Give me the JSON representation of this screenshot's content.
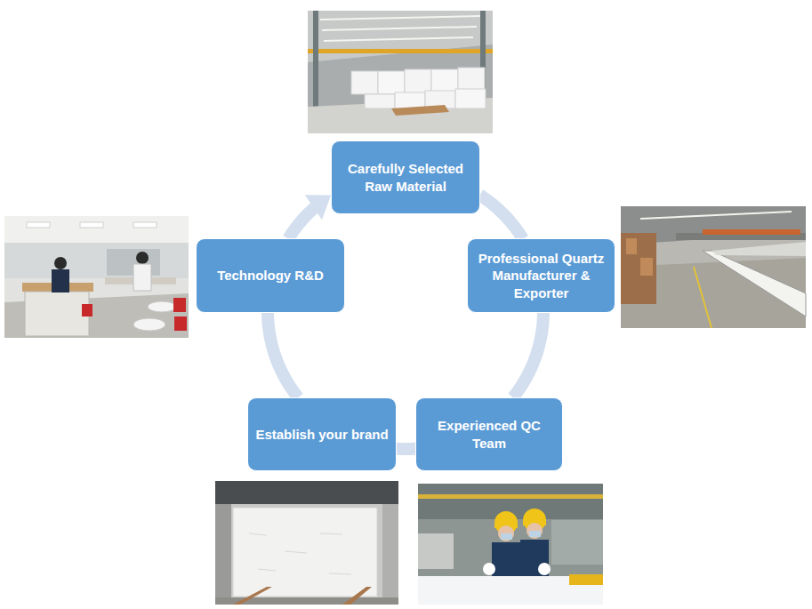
{
  "diagram": {
    "nodes": [
      {
        "text": [
          "Carefully Selected Raw Material"
        ]
      },
      {
        "text": [
          "Professional Quartz Manufacturer & Exporter"
        ]
      },
      {
        "text": [
          "Experienced QC Team"
        ]
      },
      {
        "text": [
          "Establish your brand"
        ]
      },
      {
        "text": [
          "Technology R&D"
        ]
      }
    ],
    "edges": [
      {
        "from": 0,
        "to": 1,
        "arrow": "none"
      },
      {
        "from": 1,
        "to": 2,
        "arrow": "none"
      },
      {
        "from": 2,
        "to": 3,
        "arrow": "none"
      },
      {
        "from": 3,
        "to": 4,
        "arrow": "none"
      },
      {
        "from": 4,
        "to": 0,
        "arrow": "to"
      }
    ]
  }
}
